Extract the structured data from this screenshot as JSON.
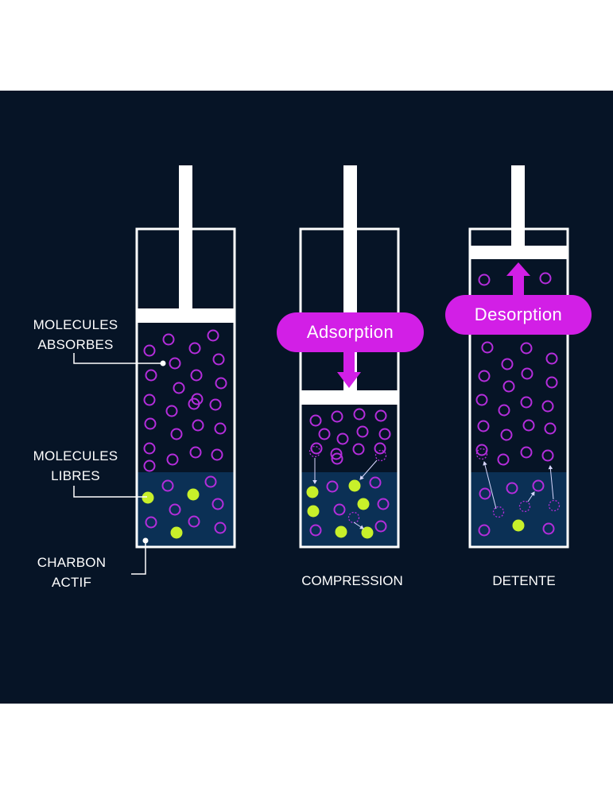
{
  "labels": {
    "molecules_absorbed": "MOLECULES\nABSORBES",
    "molecules_free": "MOLECULES\nLIBRES",
    "carbon": "CHARBON\nACTIF"
  },
  "captions": {
    "compression": "COMPRESSION",
    "detente": "DETENTE"
  },
  "arrows": {
    "adsorption": "Adsorption",
    "desorption": "Desorption"
  },
  "colors": {
    "background": "#061426",
    "carbon_bed": "#0b3055",
    "piston": "#ffffff",
    "free_molecule": "#b42ddb",
    "adsorbed_molecule": "#c8f02a",
    "arrow": "#d21fe6"
  }
}
